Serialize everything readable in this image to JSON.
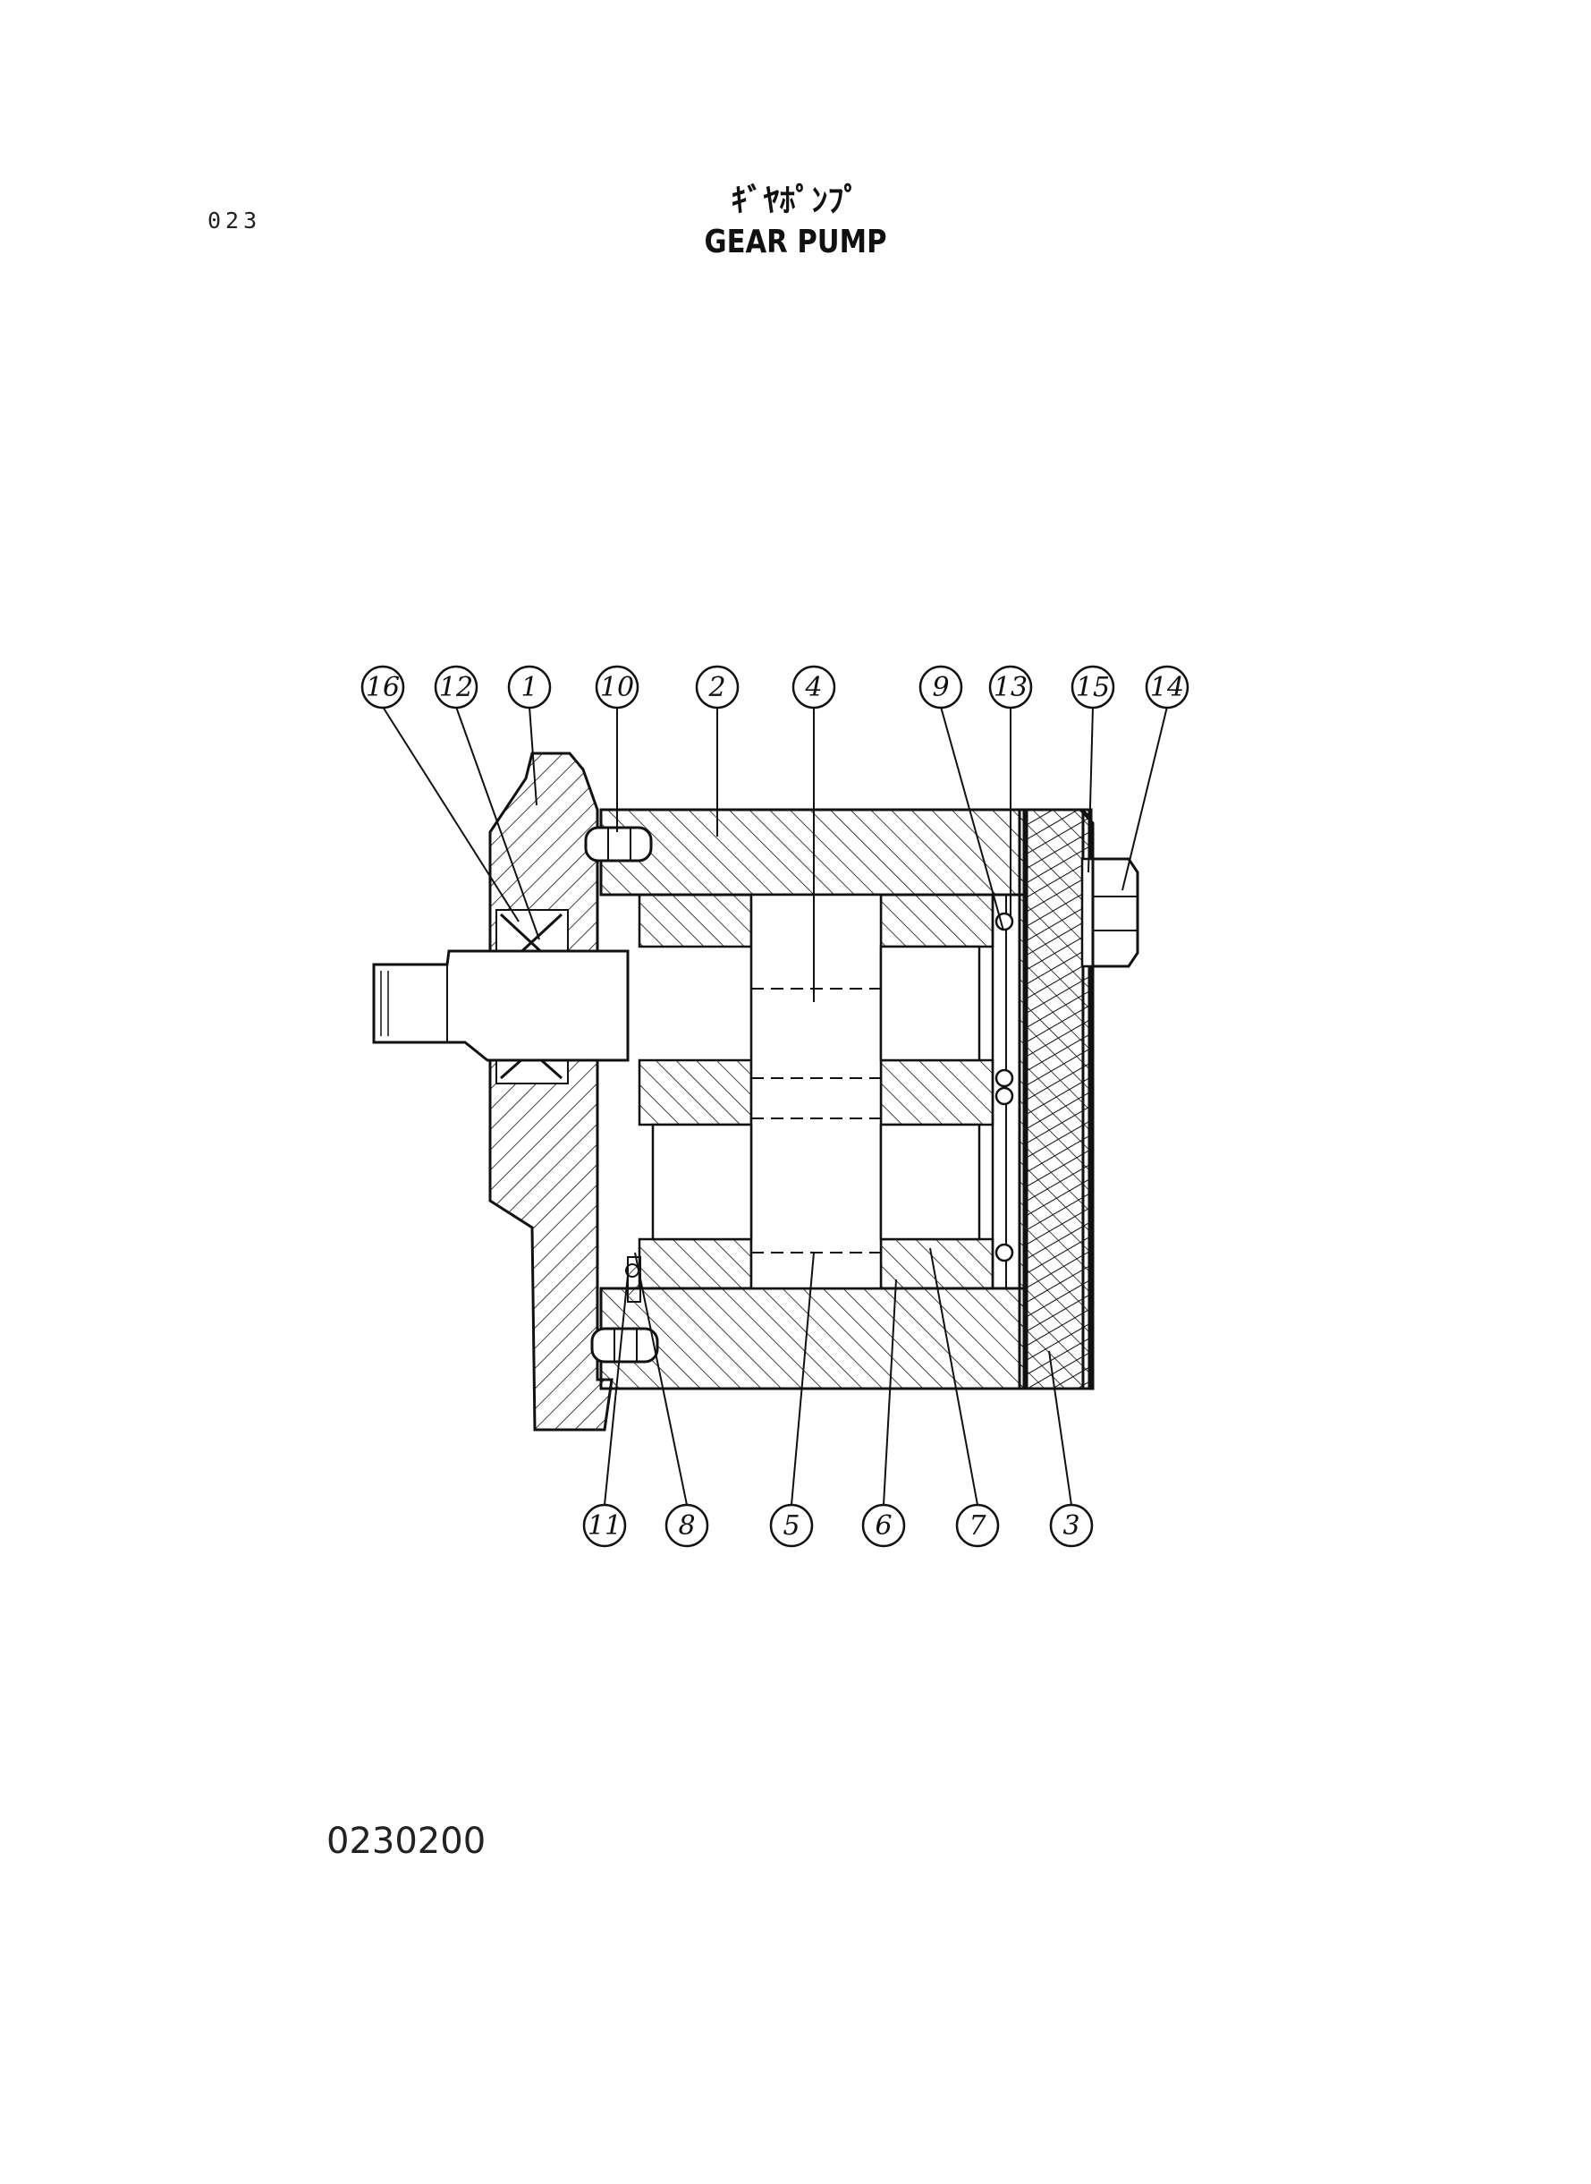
{
  "header": {
    "page_number": "023",
    "title_jp": "ｷﾞﾔﾎﾟﾝﾌﾟ",
    "title_en": "GEAR PUMP"
  },
  "footer": {
    "drawing_code": "0230200"
  },
  "callouts": {
    "top": [
      "16",
      "12",
      "1",
      "10",
      "2",
      "4",
      "9",
      "13",
      "15",
      "14"
    ],
    "bottom": [
      "11",
      "8",
      "5",
      "6",
      "7",
      "3"
    ]
  },
  "colors": {
    "line": "#111111",
    "paper": "#ffffff"
  }
}
